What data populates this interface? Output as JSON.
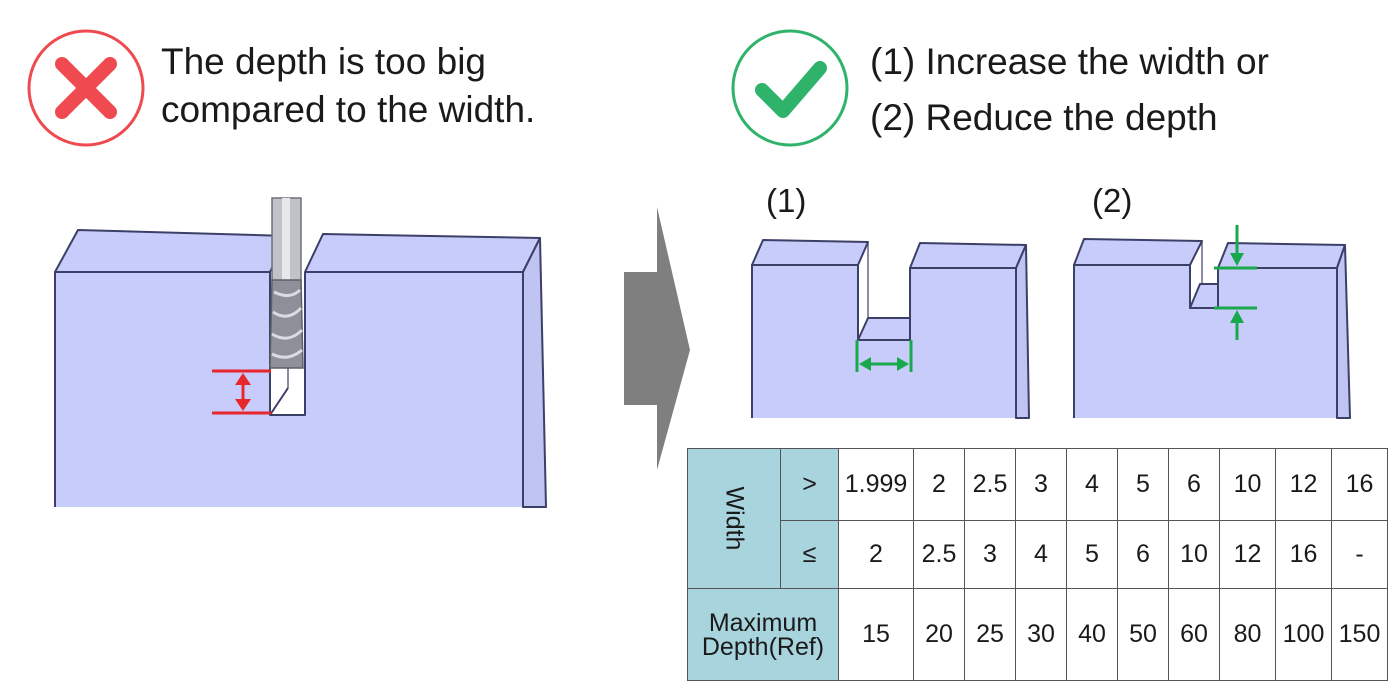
{
  "left_panel": {
    "line1": "The depth is too big",
    "line2": "compared to the width.",
    "icon": "cross-icon",
    "icon_color": "#ef4a4f"
  },
  "right_panel": {
    "line1": "(1) Increase the width or",
    "line2": "(2) Reduce the depth",
    "icon": "check-icon",
    "icon_color": "#2fb36b",
    "label_1": "(1)",
    "label_2": "(2)"
  },
  "colors": {
    "block_fill": "#c8ccfb",
    "outline": "#3c3f66",
    "red_dim": "#e8262c",
    "green_dim": "#1aa84c",
    "arrow": "#7f7f7f",
    "table_header": "#a8d4dd"
  },
  "table": {
    "width_label": "Width",
    "row_gt_symbol": ">",
    "row_le_symbol": "≤",
    "gt_values": [
      "1.999",
      "2",
      "2.5",
      "3",
      "4",
      "5",
      "6",
      "10",
      "12",
      "16"
    ],
    "le_values": [
      "2",
      "2.5",
      "3",
      "4",
      "5",
      "6",
      "10",
      "12",
      "16",
      "-"
    ],
    "max_depth_label_1": "Maximum",
    "max_depth_label_2": "Depth(Ref)",
    "depth_values": [
      "15",
      "20",
      "25",
      "30",
      "40",
      "50",
      "60",
      "80",
      "100",
      "150"
    ]
  }
}
